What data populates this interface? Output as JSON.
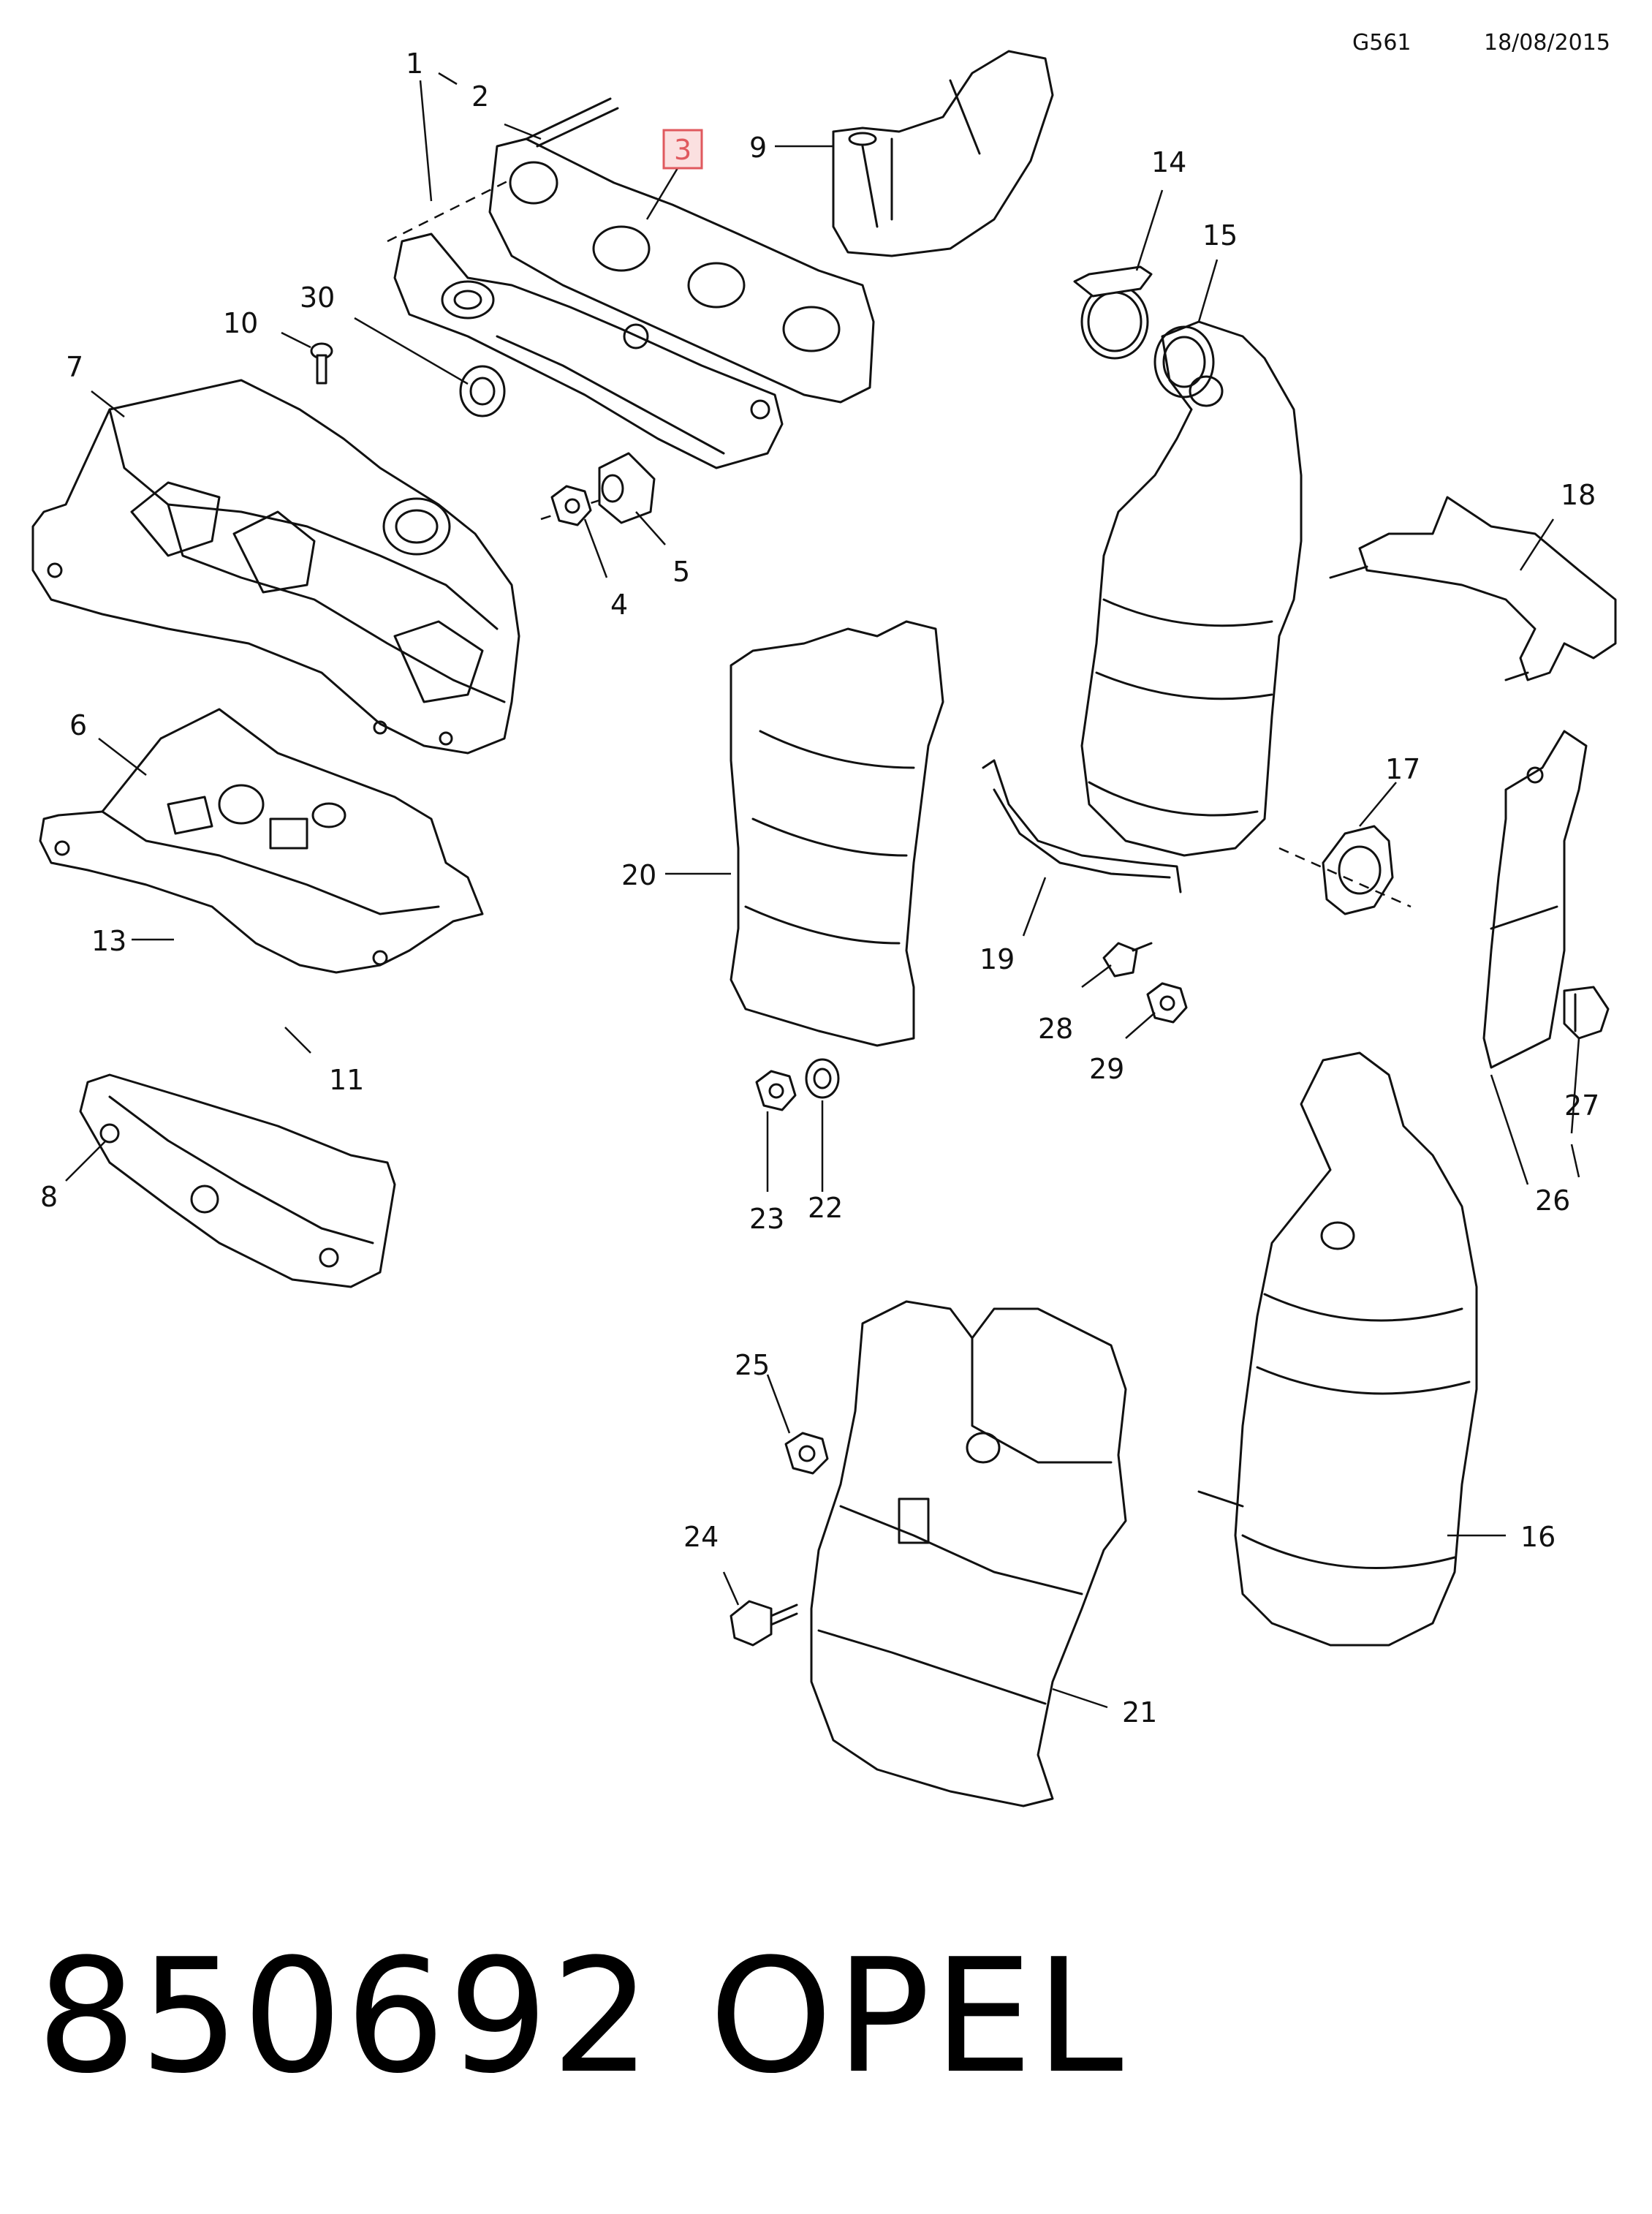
{
  "header": {
    "code": "G561",
    "date": "18/08/2015"
  },
  "highlight": {
    "callout": "3",
    "color": "#e0595e"
  },
  "callouts": [
    "1",
    "2",
    "3",
    "4",
    "5",
    "6",
    "7",
    "8",
    "9",
    "10",
    "11",
    "13",
    "14",
    "15",
    "16",
    "17",
    "18",
    "19",
    "20",
    "21",
    "22",
    "23",
    "24",
    "25",
    "26",
    "27",
    "28",
    "29",
    "30"
  ],
  "footer": {
    "part_number": "850692",
    "brand": "OPEL"
  }
}
